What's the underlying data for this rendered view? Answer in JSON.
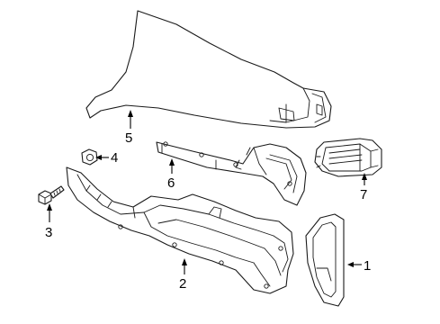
{
  "callouts": [
    {
      "number": "1",
      "part": "glove-box-door"
    },
    {
      "number": "2",
      "part": "knee-bolster-panel"
    },
    {
      "number": "3",
      "part": "bolt"
    },
    {
      "number": "4",
      "part": "nut"
    },
    {
      "number": "5",
      "part": "instrument-panel-end-cover"
    },
    {
      "number": "6",
      "part": "glove-box-bracket"
    },
    {
      "number": "7",
      "part": "air-vent-outlet"
    }
  ],
  "colors": {
    "line": "#1a1a1a",
    "background": "#ffffff"
  }
}
